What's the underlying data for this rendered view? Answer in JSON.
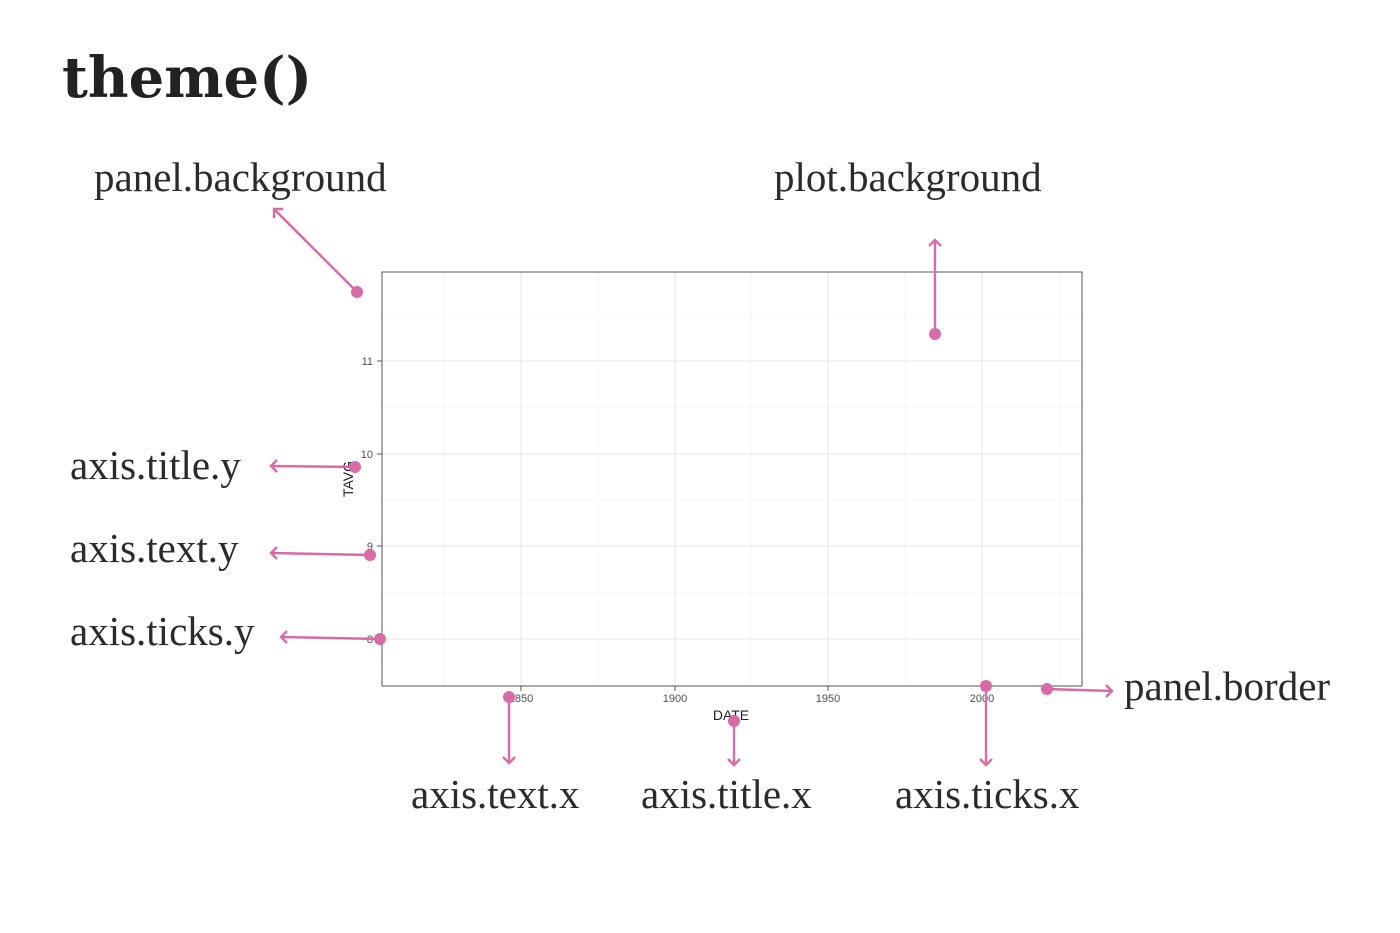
{
  "title": "theme()",
  "plot": {
    "x_ticks": [
      "1850",
      "1900",
      "1950",
      "2000"
    ],
    "y_ticks": [
      "8",
      "9",
      "10",
      "11"
    ],
    "x_title": "DATE",
    "y_title": "TAVG"
  },
  "callouts": {
    "panel_background": "panel.background",
    "plot_background": "plot.background",
    "axis_title_y": "axis.title.y",
    "axis_text_y": "axis.text.y",
    "axis_ticks_y": "axis.ticks.y",
    "panel_border": "panel.border",
    "axis_text_x": "axis.text.x",
    "axis_title_x": "axis.title.x",
    "axis_ticks_x": "axis.ticks.x"
  },
  "colors": {
    "accent": "#d96ba4",
    "panel_border": "#555555",
    "grid": "#ebebeb"
  }
}
